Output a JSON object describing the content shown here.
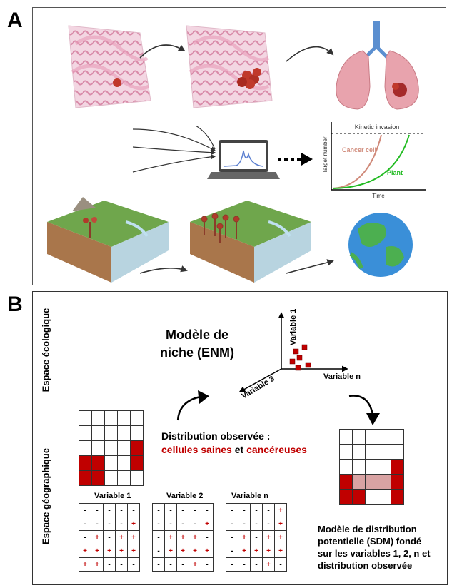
{
  "panels": {
    "a_letter": "A",
    "b_letter": "B"
  },
  "panel_a": {
    "chart": {
      "title": "Kinetic invasion",
      "ylabel": "Target number",
      "xlabel": "Time",
      "series": [
        {
          "name": "Cancer cell",
          "color": "#d08a7a"
        },
        {
          "name": "Plant",
          "color": "#22bb22"
        }
      ]
    }
  },
  "panel_b": {
    "ecological_label": "Espace écologique",
    "geographic_label": "Espace géographique",
    "enm_label": "Modèle de niche (ENM)",
    "axes": {
      "v1": "Variable 1",
      "vn": "Variable n",
      "v3": "Variable 3"
    },
    "observed_title": "Distribution observée :",
    "observed_healthy": "cellules saines",
    "observed_and": "et",
    "observed_cancer": "cancéreuses",
    "variable_titles": [
      "Variable 1",
      "Variable 2",
      "Variable n"
    ],
    "sdm_text": [
      "Modèle de distribution",
      "potentielle (SDM) fondé",
      "sur les variables 1, 2, n et",
      "distribution observée"
    ],
    "colors": {
      "red": "#c00000",
      "light": "#d9a3a3"
    }
  }
}
